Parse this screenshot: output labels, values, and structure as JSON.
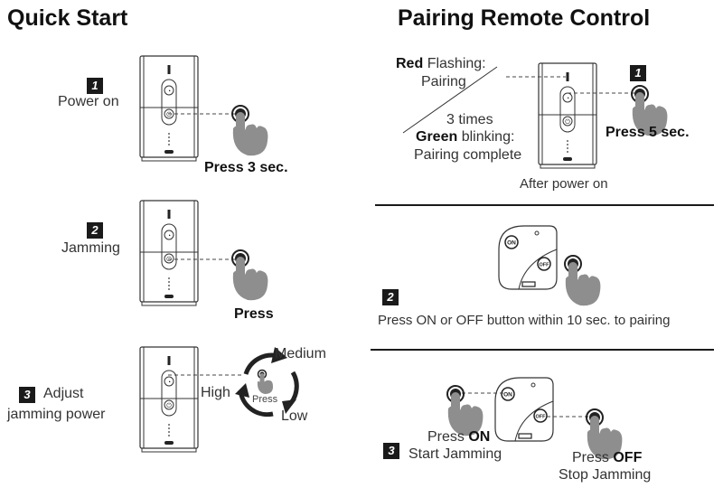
{
  "quick_start": {
    "title": "Quick Start",
    "steps": [
      {
        "number": "1",
        "label": "Power on",
        "press": "Press 3 sec."
      },
      {
        "number": "2",
        "label": "Jamming",
        "press": "Press"
      },
      {
        "number": "3",
        "label_line1": "Adjust",
        "label_line2": "jamming power",
        "levels": {
          "high": "High",
          "medium": "Medium",
          "low": "Low"
        },
        "press": "Press"
      }
    ]
  },
  "pairing": {
    "title": "Pairing Remote Control",
    "step1": {
      "number": "1",
      "red_word": "Red",
      "red_rest": "Flashing:",
      "red_line2": "Pairing",
      "times": "3 times",
      "green_word": "Green",
      "green_rest": "blinking:",
      "green_line2": "Pairing complete",
      "press": "Press 5 sec.",
      "caption": "After power on"
    },
    "step2": {
      "number": "2",
      "on_button": "ON",
      "off_button": "OFF",
      "instruction": "Press ON or OFF button within 10 sec. to pairing"
    },
    "step3": {
      "number": "3",
      "press_on_prefix": "Press",
      "press_on_bold": "ON",
      "start": "Start Jamming",
      "press_off_prefix": "Press",
      "press_off_bold": "OFF",
      "stop": "Stop Jamming",
      "on_button": "ON",
      "off_button": "OFF"
    }
  }
}
